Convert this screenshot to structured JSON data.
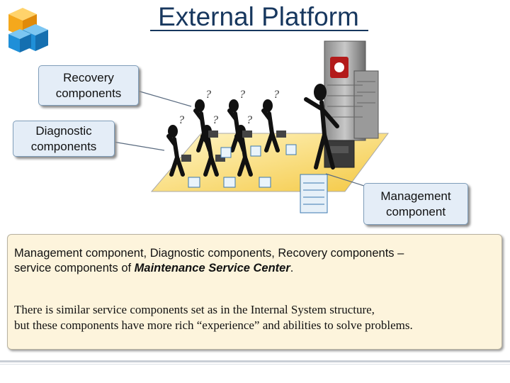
{
  "title": "External Platform",
  "callouts": {
    "recovery": [
      "Recovery",
      "components"
    ],
    "diagnostic": [
      "Diagnostic",
      "components"
    ],
    "management": [
      "Management",
      "component"
    ]
  },
  "note": {
    "line1_start": "Management component, Diagnostic components, Recovery components –",
    "line1_end": "service components of ",
    "line1_em": "Maintenance Service Center",
    "line1_period": ".",
    "line2": "There is similar service components set  as in the Internal System structure,",
    "line3": "but these components have more rich “experience” and abilities to solve problems."
  },
  "icons": {
    "logo": "cubes-logo-icon",
    "server": "server-tower-icon",
    "figures": "stick-figure-icon",
    "question": "question-mark-icon",
    "document": "document-icon"
  },
  "colors": {
    "title": "#17375e",
    "callout_fill": "#e4edf7",
    "note_fill": "#fdf4dc",
    "platform_fill": "#f9d866",
    "logo_orange": "#f5a81c",
    "logo_blue": "#1f8fd8"
  }
}
